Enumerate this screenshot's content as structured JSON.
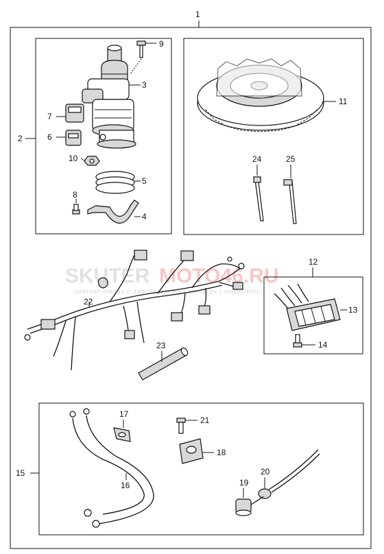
{
  "callouts": {
    "c1": "1",
    "c2": "2",
    "c3": "3",
    "c4": "4",
    "c5": "5",
    "c6": "6",
    "c7": "7",
    "c8": "8",
    "c9": "9",
    "c10": "10",
    "c11": "11",
    "c12": "12",
    "c13": "13",
    "c14": "14",
    "c15": "15",
    "c16": "16",
    "c17": "17",
    "c18": "18",
    "c19": "19",
    "c20": "20",
    "c21": "21",
    "c22": "22",
    "c23": "23",
    "c24": "24",
    "c25": "25"
  },
  "watermark": {
    "brand_left": "SKUTER",
    "brand_right": "MOTO46.RU",
    "tagline": "internet-magazin zapchastei dlya skuterov i motociklov"
  }
}
